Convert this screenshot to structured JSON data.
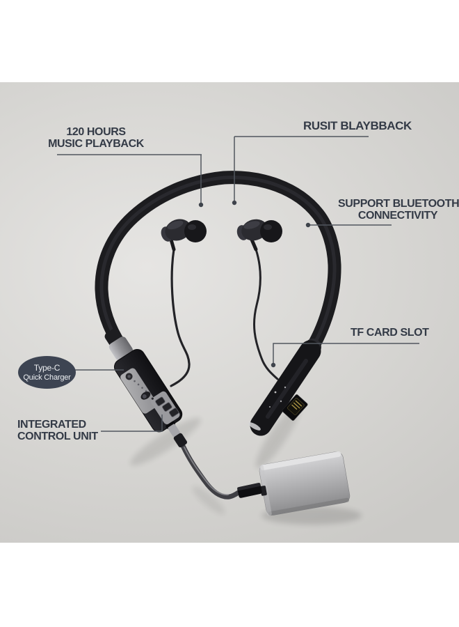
{
  "colors": {
    "canvas": "#ffffff",
    "photo_background": "#d8d7d4",
    "label_text": "#333a46",
    "callout_line": "#51565e",
    "badge_bg": "#3d4452",
    "badge_text": "#edeff2",
    "headset_black": "#1c1c1f",
    "power_bank_silver": "#b4b4b6",
    "tf_card_gold": "#a89244"
  },
  "callouts": {
    "music_playback": {
      "line1": "120 HOURS",
      "line2": "MUSIC PLAYBACK"
    },
    "playback_top_right": {
      "text": "RUSIT BLAYBBACK"
    },
    "bluetooth": {
      "line1": "SUPPORT BLUETOOTH",
      "line2": "CONNECTIVITY"
    },
    "tf_card": {
      "text": "TF CARD SLOT"
    },
    "type_c_badge": {
      "line1": "Type-C",
      "line2": "Quick Charger"
    },
    "control_unit": {
      "line1": "INTEGRATED",
      "line2": "CONTROL UNIT"
    }
  }
}
